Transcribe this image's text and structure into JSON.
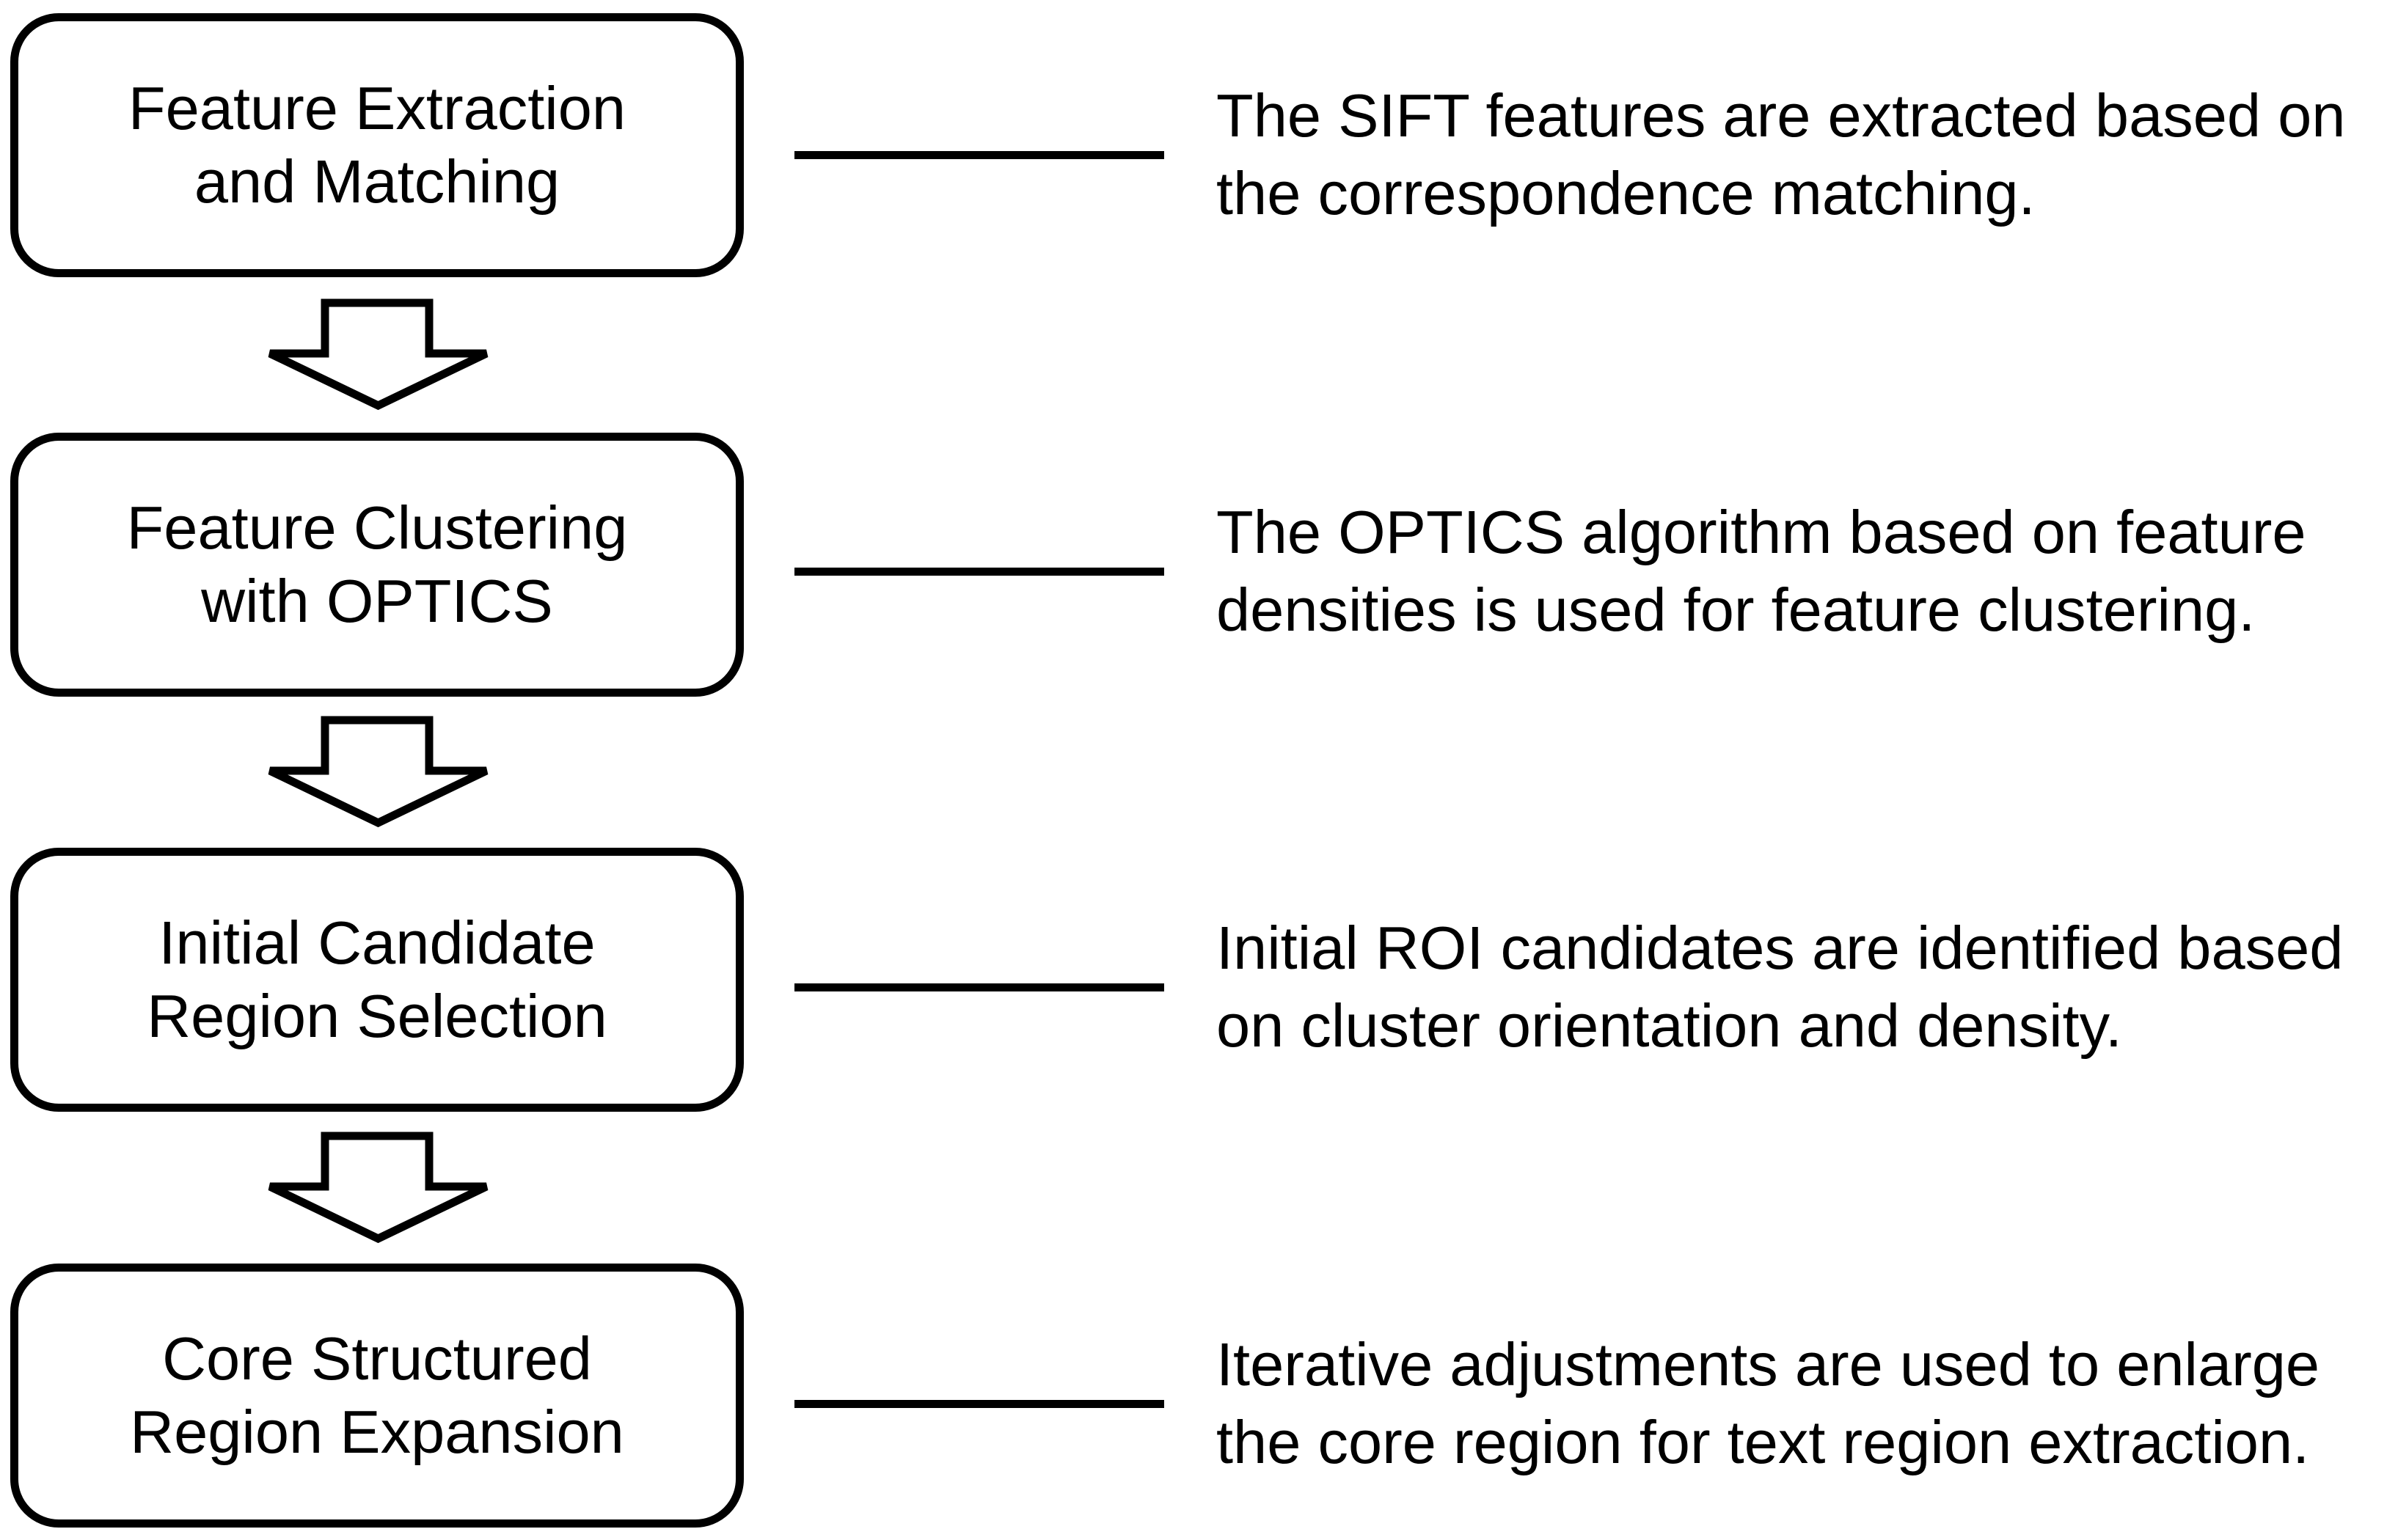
{
  "diagram": {
    "background_color": "#ffffff",
    "stroke_color": "#000000",
    "steps": [
      {
        "box_line1": "Feature Extraction",
        "box_line2": "and Matching",
        "desc_line1": "The SIFT features are extracted based on",
        "desc_line2": "the correspondence matching."
      },
      {
        "box_line1": "Feature Clustering",
        "box_line2": "with OPTICS",
        "desc_line1": "The OPTICS algorithm based on feature",
        "desc_line2": "densities is used for feature clustering."
      },
      {
        "box_line1": "Initial Candidate",
        "box_line2": "Region Selection",
        "desc_line1": "Initial ROI candidates are identified based",
        "desc_line2": "on cluster orientation and density."
      },
      {
        "box_line1": "Core Structured",
        "box_line2": "Region Expansion",
        "desc_line1": "Iterative adjustments are used to enlarge",
        "desc_line2": "the core region for text region extraction."
      }
    ]
  }
}
